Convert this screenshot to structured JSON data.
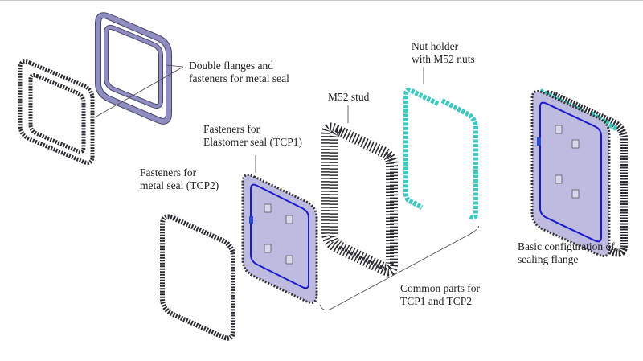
{
  "labels": {
    "double_flanges": [
      "Double flanges and",
      "fasteners for metal seal"
    ],
    "nut_holder": [
      "Nut holder",
      "with M52 nuts"
    ],
    "m52_stud": "M52 stud",
    "fasteners_tcp1": [
      "Fasteners for",
      "Elastomer seal (TCP1)"
    ],
    "fasteners_tcp2": [
      "Fasteners for",
      "metal seal (TCP2)"
    ],
    "common_parts": [
      "Common parts for",
      "TCP1 and TCP2"
    ],
    "basic_config": [
      "Basic configuration of",
      "sealing flange"
    ]
  },
  "colors": {
    "flange": "#8f8cc0",
    "plate": "#bdbbe0",
    "seal_groove": "#1c1ccc",
    "nut": "#3cc8c0",
    "bolt": "#2a2a33"
  }
}
